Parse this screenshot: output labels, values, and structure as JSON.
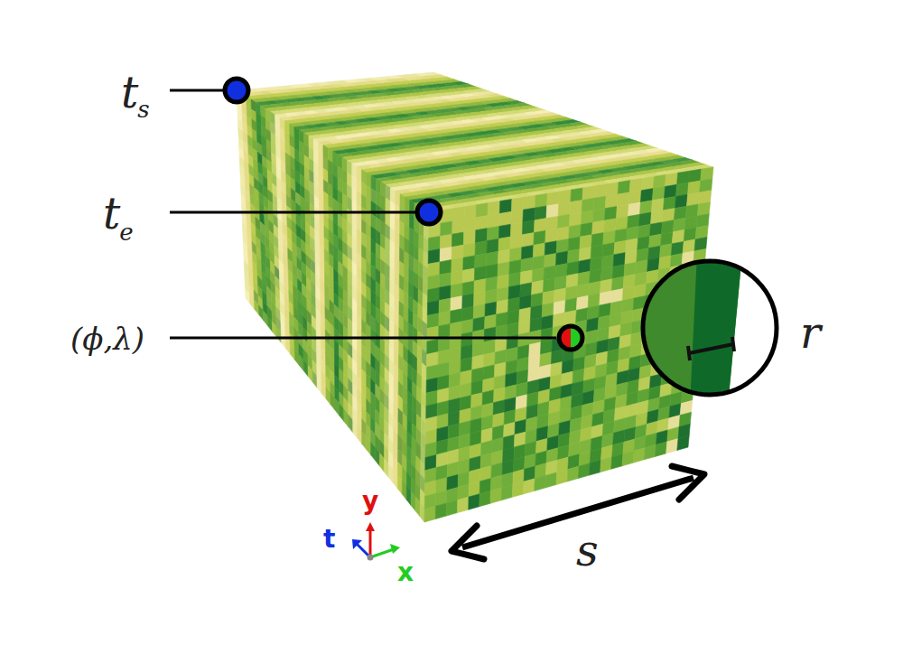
{
  "diagram": {
    "labels": [
      "t",
      "s",
      "t",
      "e",
      "(ϕ,λ)",
      "r",
      "s",
      "y",
      "t",
      "x"
    ]
  }
}
